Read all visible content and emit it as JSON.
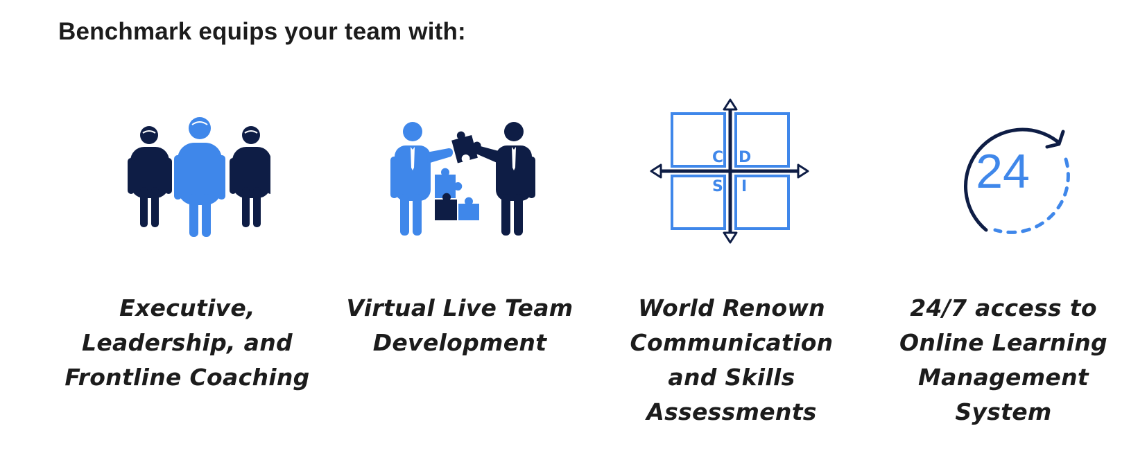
{
  "heading": "Benchmark equips your team with:",
  "colors": {
    "navy": "#0e1d45",
    "blue": "#3f87ea",
    "text": "#1c1c1c"
  },
  "features": [
    {
      "icon": "team-people-icon",
      "caption_lines": [
        "Executive,",
        "Leadership, and",
        "Frontline Coaching"
      ]
    },
    {
      "icon": "puzzle-collaboration-icon",
      "caption_lines": [
        "Virtual Live Team",
        "Development"
      ]
    },
    {
      "icon": "disc-quadrant-icon",
      "caption_lines": [
        "World Renown",
        "Communication",
        "and Skills",
        "Assessments"
      ],
      "quadrant_letters": [
        "C",
        "D",
        "S",
        "I"
      ]
    },
    {
      "icon": "clock-24-icon",
      "caption_lines": [
        "24/7 access to",
        "Online Learning",
        "Management",
        "System"
      ],
      "icon_text": "24"
    }
  ]
}
